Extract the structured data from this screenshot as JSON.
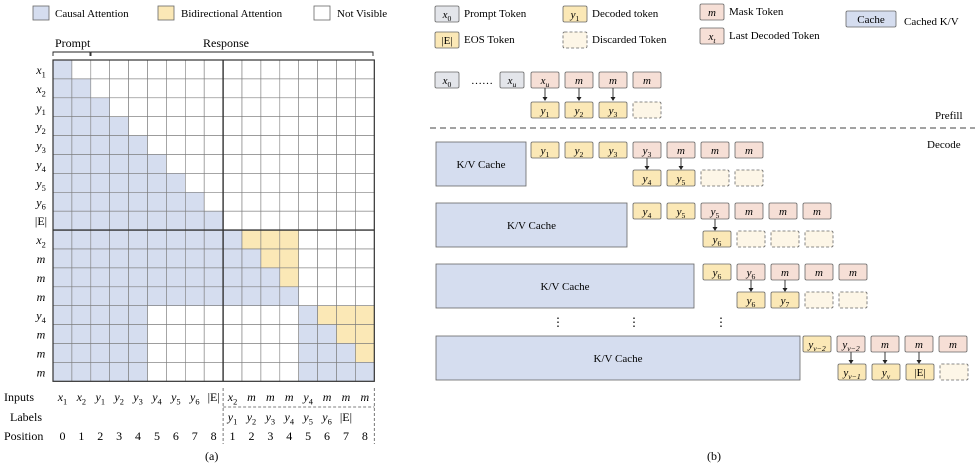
{
  "colors": {
    "causal": "#d5ddef",
    "bidirectional": "#fbe8b6",
    "visible_none": "#ffffff",
    "prompt_token": "#e3e5ea",
    "decoded_token": "#fbe8b6",
    "mask_token": "#f6dfd6",
    "cache": "#d5ddef",
    "grid_line": "#7a7a7a",
    "token_border": "#666666"
  },
  "panel_a": {
    "legend": [
      {
        "label": "Causal Attention",
        "swatch": "causal"
      },
      {
        "label": "Bidirectional Attention",
        "swatch": "bidirectional"
      },
      {
        "label": "Not Visible",
        "swatch": "visible_none"
      }
    ],
    "prompt_label": "Prompt",
    "response_label": "Response",
    "row_labels": [
      "x1",
      "x2",
      "y1",
      "y2",
      "y3",
      "y4",
      "y5",
      "y6",
      "|E|",
      "x2",
      "m",
      "m",
      "m",
      "y4",
      "m",
      "m",
      "m"
    ],
    "inputs_label": "Inputs",
    "labels_label": "Labels",
    "position_label": "Position",
    "inputs": [
      "x1",
      "x2",
      "y1",
      "y2",
      "y3",
      "y4",
      "y5",
      "y6",
      "|E|",
      "x2",
      "m",
      "m",
      "m",
      "y4",
      "m",
      "m",
      "m"
    ],
    "labels": [
      "",
      "",
      "",
      "",
      "",
      "",
      "",
      "",
      "",
      "y1",
      "y2",
      "y3",
      "y4",
      "y5",
      "y6",
      "|E|",
      ""
    ],
    "positions": [
      "0",
      "1",
      "2",
      "3",
      "4",
      "5",
      "6",
      "7",
      "8",
      "1",
      "2",
      "3",
      "4",
      "5",
      "6",
      "7",
      "8"
    ],
    "caption": "(a)"
  },
  "panel_b": {
    "legend": [
      {
        "token": "x0",
        "label": "Prompt Token",
        "kind": "prompt"
      },
      {
        "token": "y1",
        "label": "Decoded token",
        "kind": "decoded"
      },
      {
        "token": "m",
        "label": "Mask Token",
        "kind": "mask"
      },
      {
        "token": "Cache",
        "label": "Cached K/V",
        "kind": "cache"
      },
      {
        "token": "|E|",
        "label": "EOS Token",
        "kind": "decoded"
      },
      {
        "token": "",
        "label": "Discarded Token",
        "kind": "discarded"
      },
      {
        "token": "xt",
        "label": "Last Decoded Token",
        "kind": "mask"
      }
    ],
    "prefill_label": "Prefill",
    "decode_label": "Decode",
    "cache_label": "K/V Cache",
    "ellipsis_dots": "……",
    "vdots": "⋮",
    "prefill_inputs": [
      "x0",
      "xu",
      "xu",
      "m",
      "m",
      "m"
    ],
    "prefill_outputs": [
      "y1",
      "y2",
      "y3"
    ],
    "steps": [
      {
        "inputs": [
          "y1",
          "y2",
          "y3",
          "y3",
          "m",
          "m",
          "m"
        ],
        "outputs": [
          "y4",
          "y5"
        ]
      },
      {
        "inputs": [
          "y4",
          "y5",
          "y5",
          "m",
          "m",
          "m"
        ],
        "outputs": [
          "y6"
        ]
      },
      {
        "inputs": [
          "y6",
          "y6",
          "m",
          "m",
          "m"
        ],
        "outputs": [
          "y6",
          "y7"
        ]
      },
      {
        "inputs": [
          "yv−2",
          "yv−2",
          "m",
          "m",
          "m"
        ],
        "outputs": [
          "yv−1",
          "yv",
          "|E|"
        ]
      }
    ],
    "caption": "(b)"
  }
}
